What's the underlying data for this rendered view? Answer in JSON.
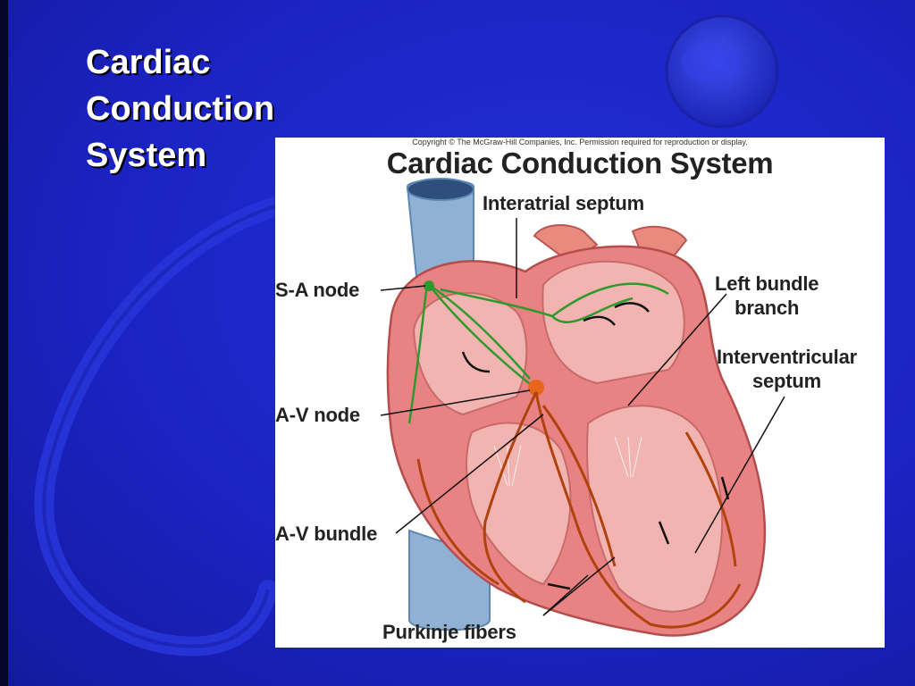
{
  "slide": {
    "title": "Cardiac\nConduction\nSystem"
  },
  "figure": {
    "copyright": "Copyright © The McGraw-Hill Companies, Inc. Permission required for reproduction or display.",
    "title": "Cardiac Conduction System",
    "labels": {
      "interatrial_septum": "Interatrial septum",
      "sa_node": "S-A node",
      "left_bundle_branch": "Left bundle\nbranch",
      "interventricular_septum": "Interventricular\nseptum",
      "av_node": "A-V node",
      "av_bundle": "A-V bundle",
      "purkinje_fibers": "Purkinje fibers"
    }
  },
  "colors": {
    "background": "#1c24c4",
    "heart_muscle": "#e98282",
    "chamber": "#f2b4b0",
    "vessel": "#8fb2d4",
    "node_fibers": "#2e9a2e",
    "purkinje": "#b0420e"
  }
}
